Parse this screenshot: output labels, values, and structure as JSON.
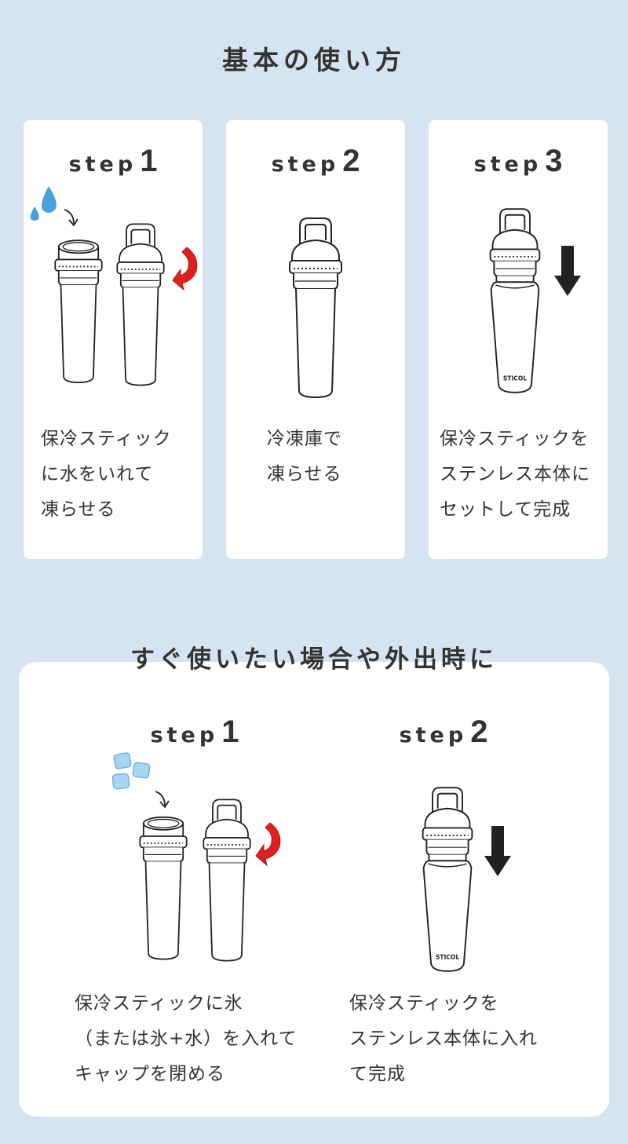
{
  "basic": {
    "title": "基本の使い方",
    "steps": [
      {
        "word": "step",
        "num": "1",
        "text": "保冷スティック\nに水をいれて\n凍らせる"
      },
      {
        "word": "step",
        "num": "2",
        "text": "冷凍庫で\n凍らせる"
      },
      {
        "word": "step",
        "num": "3",
        "text": "保冷スティックを\nステンレス本体に\nセットして完成"
      }
    ]
  },
  "quick": {
    "title": "すぐ使いたい場合や外出時に",
    "steps": [
      {
        "word": "step",
        "num": "1",
        "text": "保冷スティックに氷\n（または氷+水）を入れて\nキャップを閉める"
      },
      {
        "word": "step",
        "num": "2",
        "text": "保冷スティックを\nステンレス本体に入れ\nて完成"
      }
    ]
  },
  "brand_on_sleeve": "STICOL",
  "colors": {
    "background": "#d6e4f1",
    "water": "#4a9fdc",
    "arrow_red": "#e02020",
    "ice": "#a9d4f2"
  }
}
